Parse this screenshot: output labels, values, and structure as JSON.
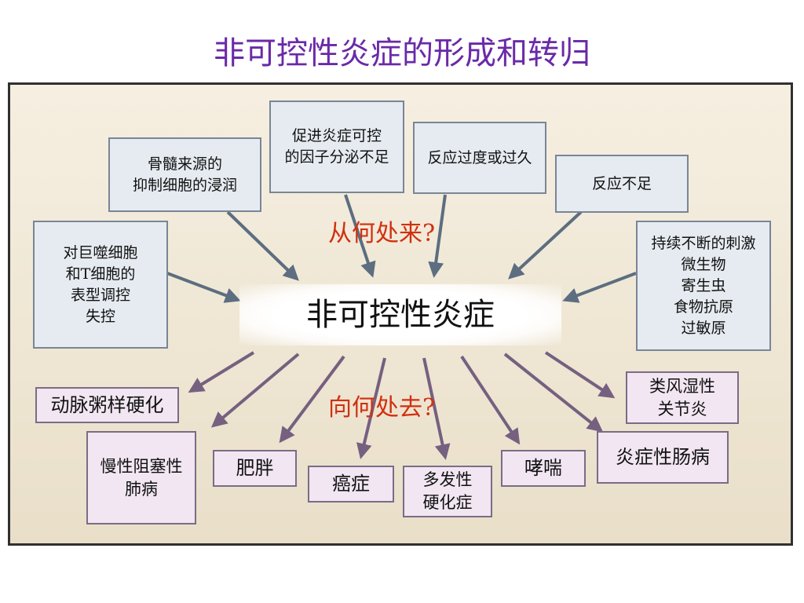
{
  "title": "非可控性炎症的形成和转归",
  "center": "非可控性炎症",
  "question_from": "从何处来?",
  "question_to": "向何处去?",
  "causes": {
    "bone_marrow": [
      "骨髓来源的",
      "抑制细胞的浸润"
    ],
    "promoting_factors": [
      "促进炎症可控",
      "的因子分泌不足"
    ],
    "excessive": [
      "反应过度或过久"
    ],
    "insufficient": [
      "反应不足"
    ],
    "macrophage": [
      "对巨噬细胞",
      "和T细胞的",
      "表型调控",
      "失控"
    ],
    "stimuli": [
      "持续不断的刺激",
      "微生物",
      "寄生虫",
      "食物抗原",
      "过敏原"
    ]
  },
  "outcomes": {
    "atherosclerosis": "动脉粥样硬化",
    "copd": [
      "慢性阻塞性",
      "肺病"
    ],
    "obesity": "肥胖",
    "cancer": "癌症",
    "ms": [
      "多发性",
      "硬化症"
    ],
    "asthma": "哮喘",
    "ibd": "炎症性肠病",
    "ra": [
      "类风湿性",
      "关节炎"
    ]
  },
  "colors": {
    "title": "#6a2aa8",
    "question": "#d03010",
    "cause_arrow": "#5c6e80",
    "effect_arrow": "#766080"
  }
}
